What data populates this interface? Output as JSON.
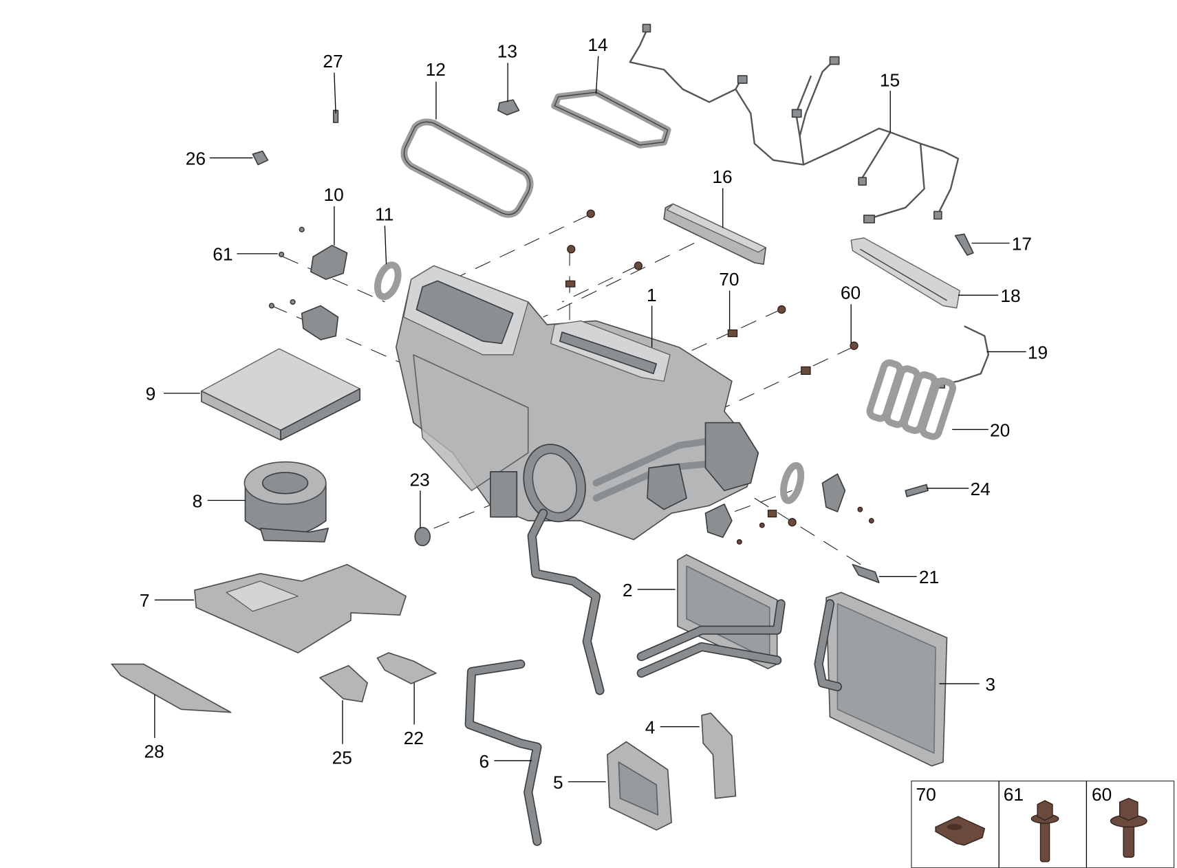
{
  "diagram": {
    "title": "Heater and air conditioning unit — exploded parts view",
    "part_numbers": [
      "1",
      "2",
      "3",
      "4",
      "5",
      "6",
      "7",
      "8",
      "9",
      "10",
      "11",
      "12",
      "13",
      "14",
      "15",
      "16",
      "17",
      "18",
      "19",
      "20",
      "21",
      "22",
      "23",
      "24",
      "25",
      "26",
      "27",
      "28",
      "60",
      "61",
      "70"
    ],
    "callout_box": {
      "items": [
        {
          "number": "70",
          "icon": "clip-nut-icon"
        },
        {
          "number": "61",
          "icon": "hex-screw-icon"
        },
        {
          "number": "60",
          "icon": "hex-bolt-icon"
        }
      ]
    },
    "colors": {
      "part_gray": "#b4b6b8",
      "fastener_brown": "#6b4a3e",
      "label": "#000000"
    }
  }
}
